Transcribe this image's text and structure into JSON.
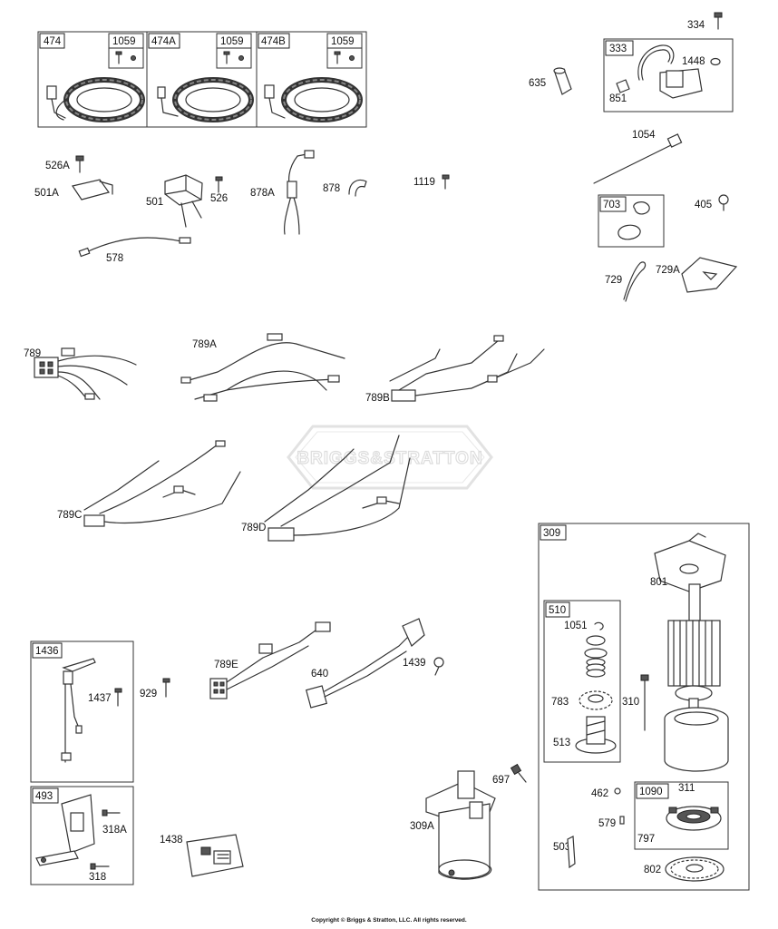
{
  "watermark": "BRIGGS&STRATTON",
  "copyright": "Copyright © Briggs & Stratton, LLC. All rights reserved.",
  "parts": {
    "p474": "474",
    "p1059a": "1059",
    "p474A": "474A",
    "p1059b": "1059",
    "p474B": "474B",
    "p1059c": "1059",
    "p334": "334",
    "p333": "333",
    "p1448": "1448",
    "p635": "635",
    "p851": "851",
    "p526A": "526A",
    "p501A": "501A",
    "p501": "501",
    "p526": "526",
    "p878A": "878A",
    "p878": "878",
    "p1119": "1119",
    "p1054": "1054",
    "p703": "703",
    "p405": "405",
    "p578": "578",
    "p729": "729",
    "p729A": "729A",
    "p789": "789",
    "p789A": "789A",
    "p789B": "789B",
    "p789C": "789C",
    "p789D": "789D",
    "p309": "309",
    "p801": "801",
    "p510": "510",
    "p1051": "1051",
    "p783": "783",
    "p310": "310",
    "p513": "513",
    "p1436": "1436",
    "p1437": "1437",
    "p929": "929",
    "p789E": "789E",
    "p640": "640",
    "p1439": "1439",
    "p697": "697",
    "p309A": "309A",
    "p493": "493",
    "p318A": "318A",
    "p318": "318",
    "p1438": "1438",
    "p462": "462",
    "p1090": "1090",
    "p311": "311",
    "p579": "579",
    "p797": "797",
    "p503": "503",
    "p802": "802"
  }
}
